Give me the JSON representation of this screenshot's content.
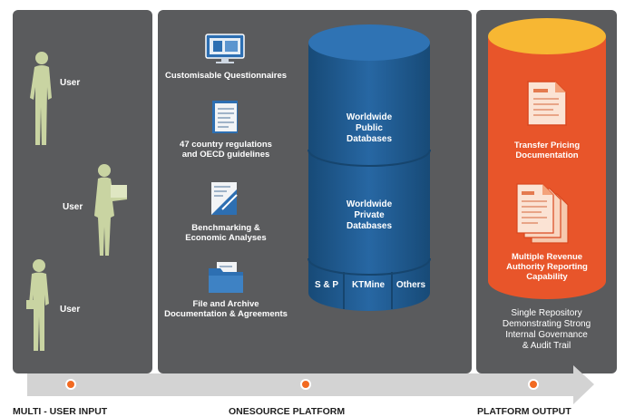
{
  "colors": {
    "panel": "#5a5b5d",
    "accent": "#f26a21",
    "cylinder_blue": "#1f5f95",
    "person": "#c9d4a2"
  },
  "users": [
    {
      "label": "User"
    },
    {
      "label": "User"
    },
    {
      "label": "User"
    }
  ],
  "platform_items": [
    {
      "label_l1": "Customisable Questionnaires",
      "label_l2": "",
      "icon": "monitor-icon"
    },
    {
      "label_l1": "47 country regulations",
      "label_l2": "and OECD guidelines",
      "icon": "document-icon"
    },
    {
      "label_l1": "Benchmarking &",
      "label_l2": "Economic Analyses",
      "icon": "report-icon"
    },
    {
      "label_l1": "File and Archive",
      "label_l2": "Documentation & Agreements",
      "icon": "folder-icon"
    }
  ],
  "database": {
    "public_l1": "Worldwide",
    "public_l2": "Public",
    "public_l3": "Databases",
    "private_l1": "Worldwide",
    "private_l2": "Private",
    "private_l3": "Databases",
    "sources": [
      "S & P",
      "KTMine",
      "Others"
    ]
  },
  "output": {
    "item1_l1": "Transfer Pricing",
    "item1_l2": "Documentation",
    "item2_l1": "Multiple Revenue",
    "item2_l2": "Authority Reporting",
    "item2_l3": "Capability",
    "footer_l1": "Single Repository",
    "footer_l2": "Demonstrating Strong",
    "footer_l3": "Internal Governance",
    "footer_l4": "& Audit Trail"
  },
  "bottom_labels": {
    "input": "MULTI - USER INPUT",
    "platform": "ONESOURCE PLATFORM",
    "output": "PLATFORM OUTPUT"
  }
}
